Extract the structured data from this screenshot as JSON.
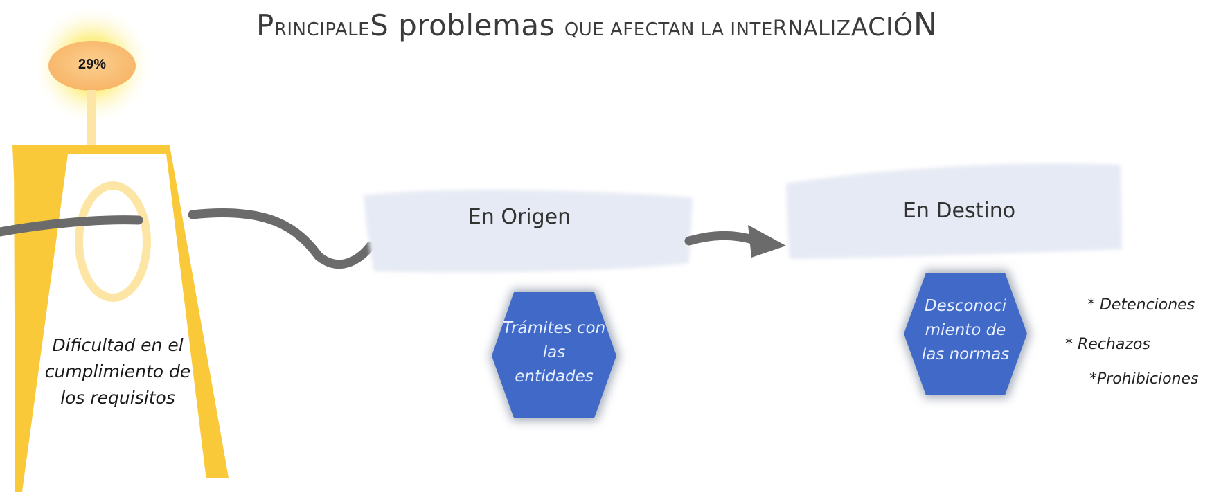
{
  "title": {
    "part1": "P",
    "part2": "RINCIPALE",
    "part3": "S problemas ",
    "part4": "QUE AFECTAN LA INTE",
    "part5": "RNALIZ",
    "part6": "ACIÓ",
    "part7": "N"
  },
  "lamp": {
    "percentage": "29%",
    "label": "Dificultad en el cumplimiento de los requisitos"
  },
  "stages": [
    {
      "label": "En Origen",
      "hexagon": "Trámites con las entidades"
    },
    {
      "label": "En Destino",
      "hexagon": "Desconoci miento de las normas"
    }
  ],
  "notes": [
    "* Detenciones",
    "* Rechazos",
    "*Prohibiciones"
  ],
  "colors": {
    "lamp_yellow": "#f9c93a",
    "lamp_light": "#fde6a5",
    "glow": "#fdf5a0",
    "hexagon_blue": "#4169c8",
    "banner": "#e7ebf5",
    "connector": "#6b6b6b"
  }
}
